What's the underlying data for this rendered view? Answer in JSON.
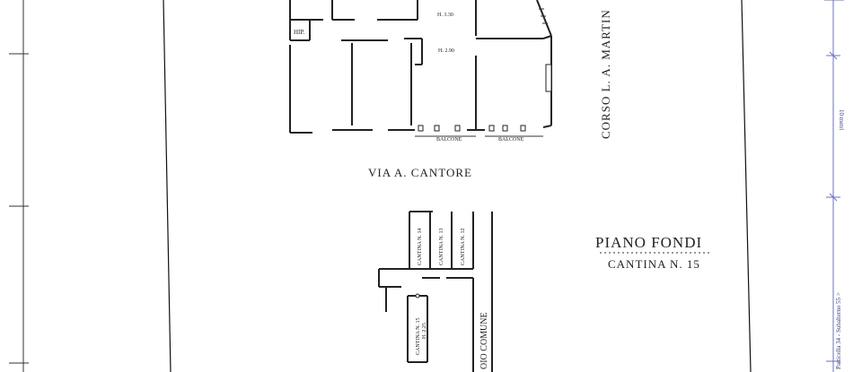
{
  "plan": {
    "street_bottom": "VIA A. CANTORE",
    "street_right": "CORSO L. A. MARTIN",
    "height_1": "H. 3.30",
    "height_2": "H. 2.90",
    "wc": "HIP.",
    "balcony_1": "BALCONE",
    "balcony_2": "BALCONE",
    "level_title": "PIANO FONDI",
    "level_subtitle": "CANTINA N. 15",
    "cellar_14": "CANTINA N. 14",
    "cellar_13": "CANTINA N. 13",
    "cellar_12": "CANTINA N. 12",
    "cellar_15": "CANTINA N. 15",
    "cellar_15_height": "H. 2.25",
    "corridor": "OIO COMUNE"
  },
  "side": {
    "scale": "10 metri",
    "reference": "Particella 34 - Subalterno 55 >"
  }
}
